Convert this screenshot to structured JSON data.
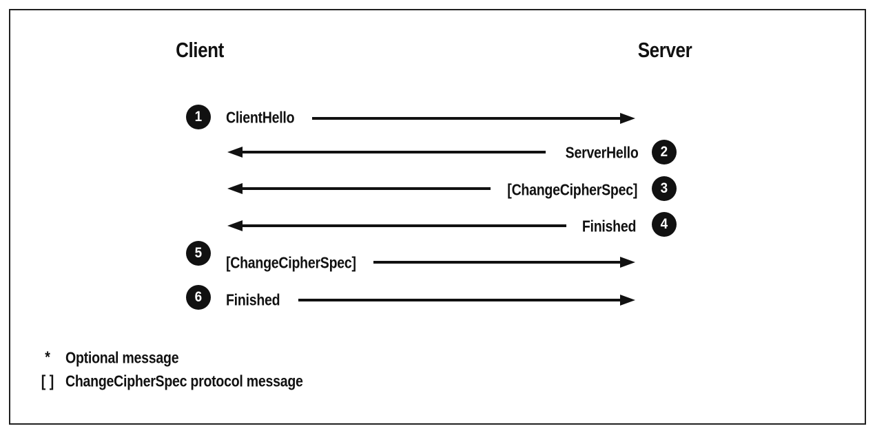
{
  "diagram": {
    "type": "protocol-sequence",
    "participants": {
      "left": "Client",
      "right": "Server"
    },
    "colors": {
      "ink": "#111111",
      "background": "#ffffff",
      "border": "#1f1f1f",
      "badge_bg": "#111111",
      "badge_text": "#ffffff"
    },
    "messages": [
      {
        "number": "1",
        "label": "ClientHello",
        "from": "client",
        "to": "server",
        "direction": "right"
      },
      {
        "number": "2",
        "label": "ServerHello",
        "from": "server",
        "to": "client",
        "direction": "left"
      },
      {
        "number": "3",
        "label": "[ChangeCipherSpec]",
        "from": "server",
        "to": "client",
        "direction": "left"
      },
      {
        "number": "4",
        "label": "Finished",
        "from": "server",
        "to": "client",
        "direction": "left"
      },
      {
        "number": "5",
        "label": "[ChangeCipherSpec]",
        "from": "client",
        "to": "server",
        "direction": "right"
      },
      {
        "number": "6",
        "label": "Finished",
        "from": "client",
        "to": "server",
        "direction": "right"
      }
    ],
    "legend": [
      {
        "symbol": "*",
        "text": "Optional message"
      },
      {
        "symbol": "[ ]",
        "text": "ChangeCipherSpec protocol message"
      }
    ]
  }
}
